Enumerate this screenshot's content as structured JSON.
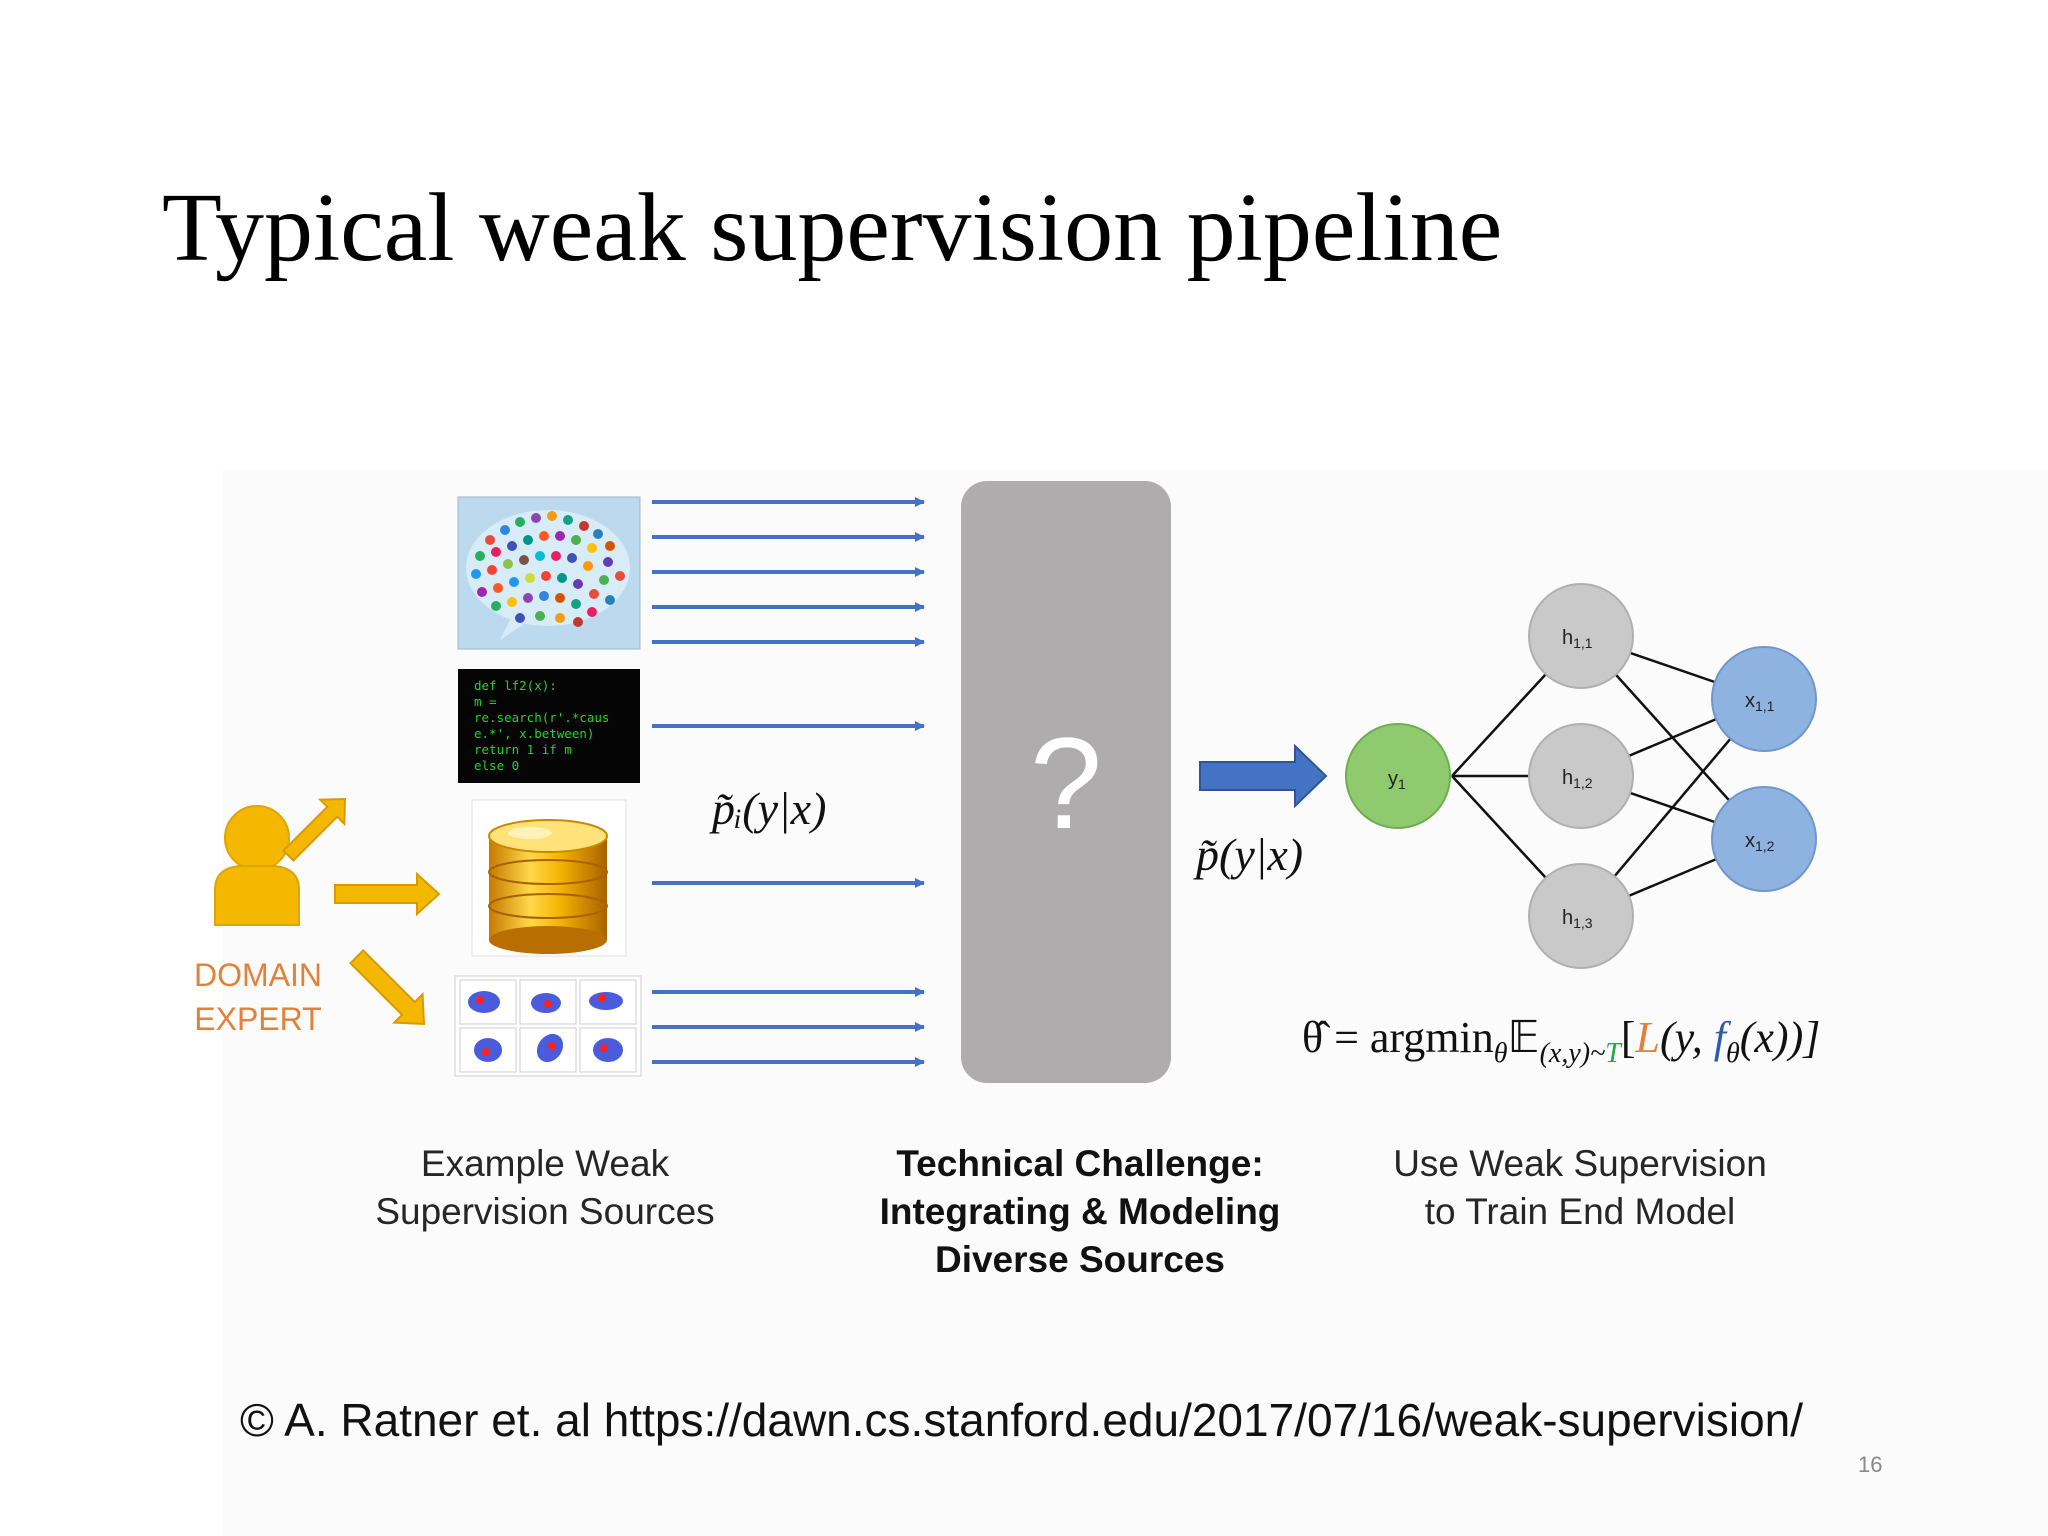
{
  "slide": {
    "title": "Typical weak supervision pipeline",
    "page_number": "16",
    "credit": "© A. Ratner et. al https://dawn.cs.stanford.edu/2017/07/16/weak-supervision/"
  },
  "expert": {
    "label_line1": "DOMAIN",
    "label_line2": "EXPERT",
    "icon": "person-icon",
    "color": "#f5b800",
    "label_color": "#e2823a"
  },
  "sources": {
    "images": [
      "crowd-speech-bubble-image",
      "code-snippet-image",
      "database-cylinder-image",
      "scatter-plots-image"
    ],
    "code_lines": [
      "def lf2(x):",
      "  m =",
      "re.search(r'.*caus",
      "e.*', x.between)",
      "  return 1 if m",
      "else 0"
    ],
    "arrow_color": "#4472c4"
  },
  "math": {
    "pi_label": "p̃ᵢ(y|x)",
    "p_label": "p̃(y|x)",
    "question_mark": "?"
  },
  "formula": {
    "lhs": "θ̂ = argmin",
    "sub_theta": "θ",
    "E": "𝔼",
    "sub_xy": "(x,y)~",
    "T": "T",
    "open": "[",
    "L": "L",
    "mid": "(y, ",
    "f": "f",
    "close": "(x))]"
  },
  "network": {
    "y_label": "y",
    "y_sub": "1",
    "h_labels": [
      {
        "main": "h",
        "sub": "1,1"
      },
      {
        "main": "h",
        "sub": "1,2"
      },
      {
        "main": "h",
        "sub": "1,3"
      }
    ],
    "x_labels": [
      {
        "main": "x",
        "sub": "1,1"
      },
      {
        "main": "x",
        "sub": "1,2"
      }
    ],
    "colors": {
      "y": "#8fcb6e",
      "h": "#c9c9c9",
      "x": "#8fb3e0"
    }
  },
  "captions": {
    "left_line1": "Example Weak",
    "left_line2": "Supervision Sources",
    "mid_line1": "Technical Challenge:",
    "mid_line2": "Integrating & Modeling",
    "mid_line3": "Diverse Sources",
    "right_line1": "Use Weak Supervision",
    "right_line2": "to Train End Model"
  }
}
